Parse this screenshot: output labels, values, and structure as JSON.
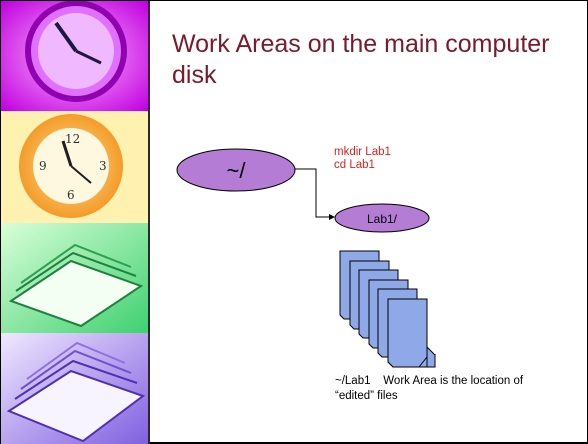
{
  "title": "Work Areas on the main computer disk",
  "commands": [
    "mkdir Lab1",
    "cd Lab1"
  ],
  "home_node": "~/",
  "lab_node": "Lab1/",
  "caption": {
    "line1": "~/Lab1    Work Area is the location of",
    "line2": "“edited” files"
  },
  "colors": {
    "node_fill": "#b57cd6",
    "file_fill": "#8fa8e8",
    "title": "#7a1a2a",
    "command_text": "#e02020"
  },
  "file_stack_count": 6
}
